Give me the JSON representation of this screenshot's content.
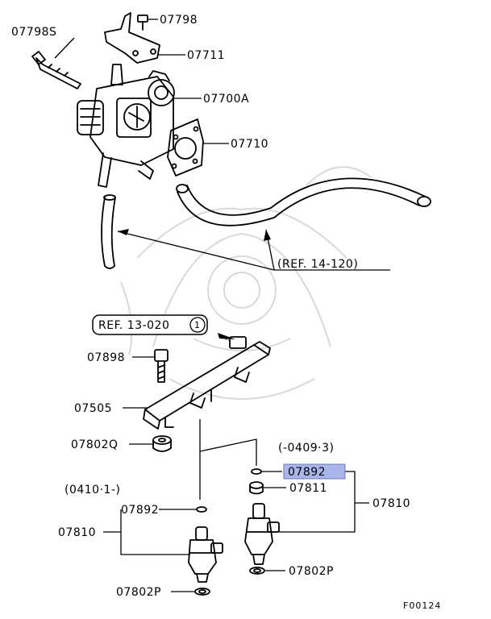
{
  "labels": {
    "p07798": "07798",
    "p07798S": "07798S",
    "p07711": "07711",
    "p07700A": "07700A",
    "p07710": "07710",
    "ref14": "(REF. 14-120)",
    "ref13": "REF. 13-020",
    "ref13_circle": "1",
    "p07898": "07898",
    "p07505": "07505",
    "p07802Q": "07802Q",
    "range_new": "(-0409·3)",
    "range_old": "(0410·1-)",
    "p07892_hl": "07892",
    "p07811": "07811",
    "p07810_right": "07810",
    "p07892_left": "07892",
    "p07810_left": "07810",
    "p07802P_right": "07802P",
    "p07802P_left": "07802P",
    "figure_code": "F00124"
  },
  "colors": {
    "highlight": "#a9b6ea",
    "line": "#000000",
    "watermark": "#d9d9d9"
  }
}
